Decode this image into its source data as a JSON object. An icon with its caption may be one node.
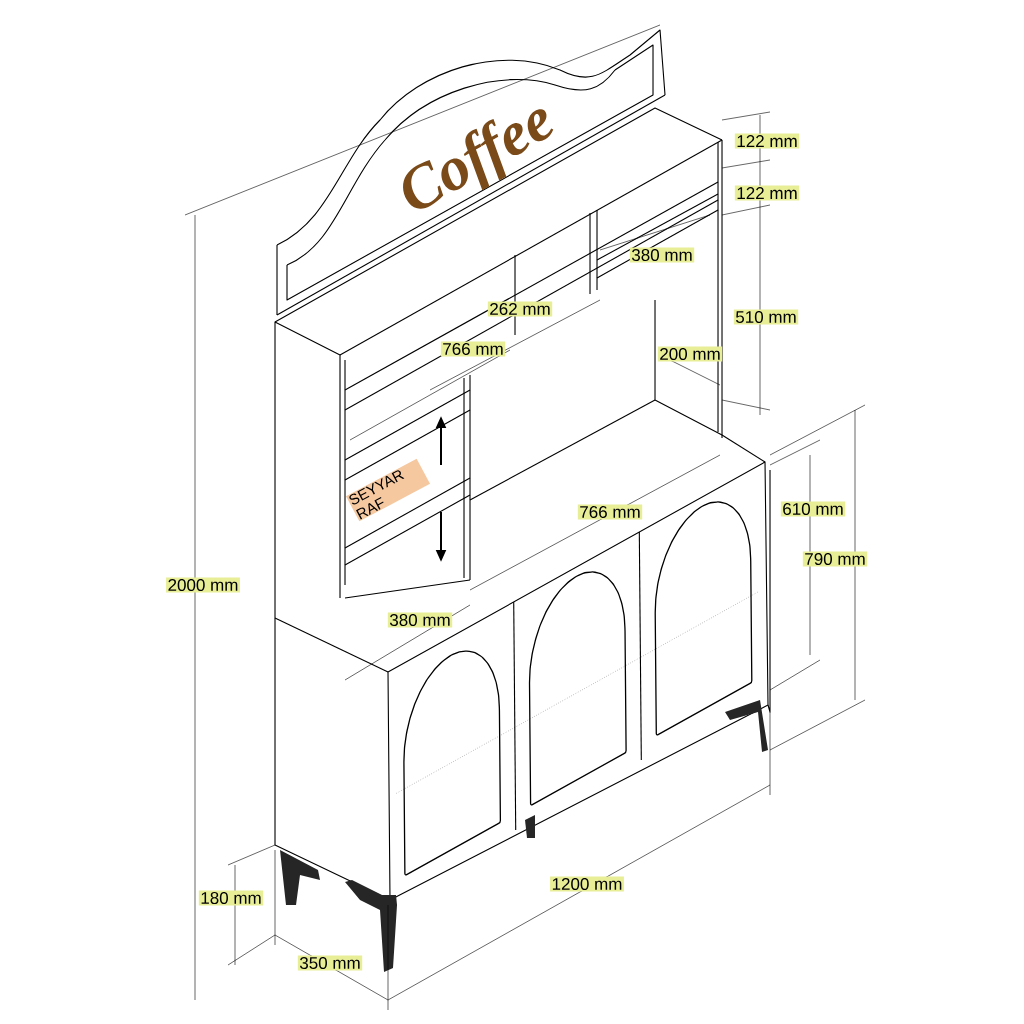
{
  "diagram": {
    "labels": [
      "Coffee",
      "122 mm",
      "122 mm",
      "380 mm",
      "262 mm",
      "510 mm",
      "766 mm",
      "200 mm",
      "SEYYAR RAF",
      "766 mm",
      "610 mm",
      "2000 mm",
      "790 mm",
      "380 mm",
      "180 mm",
      "1200 mm",
      "350 mm"
    ]
  }
}
